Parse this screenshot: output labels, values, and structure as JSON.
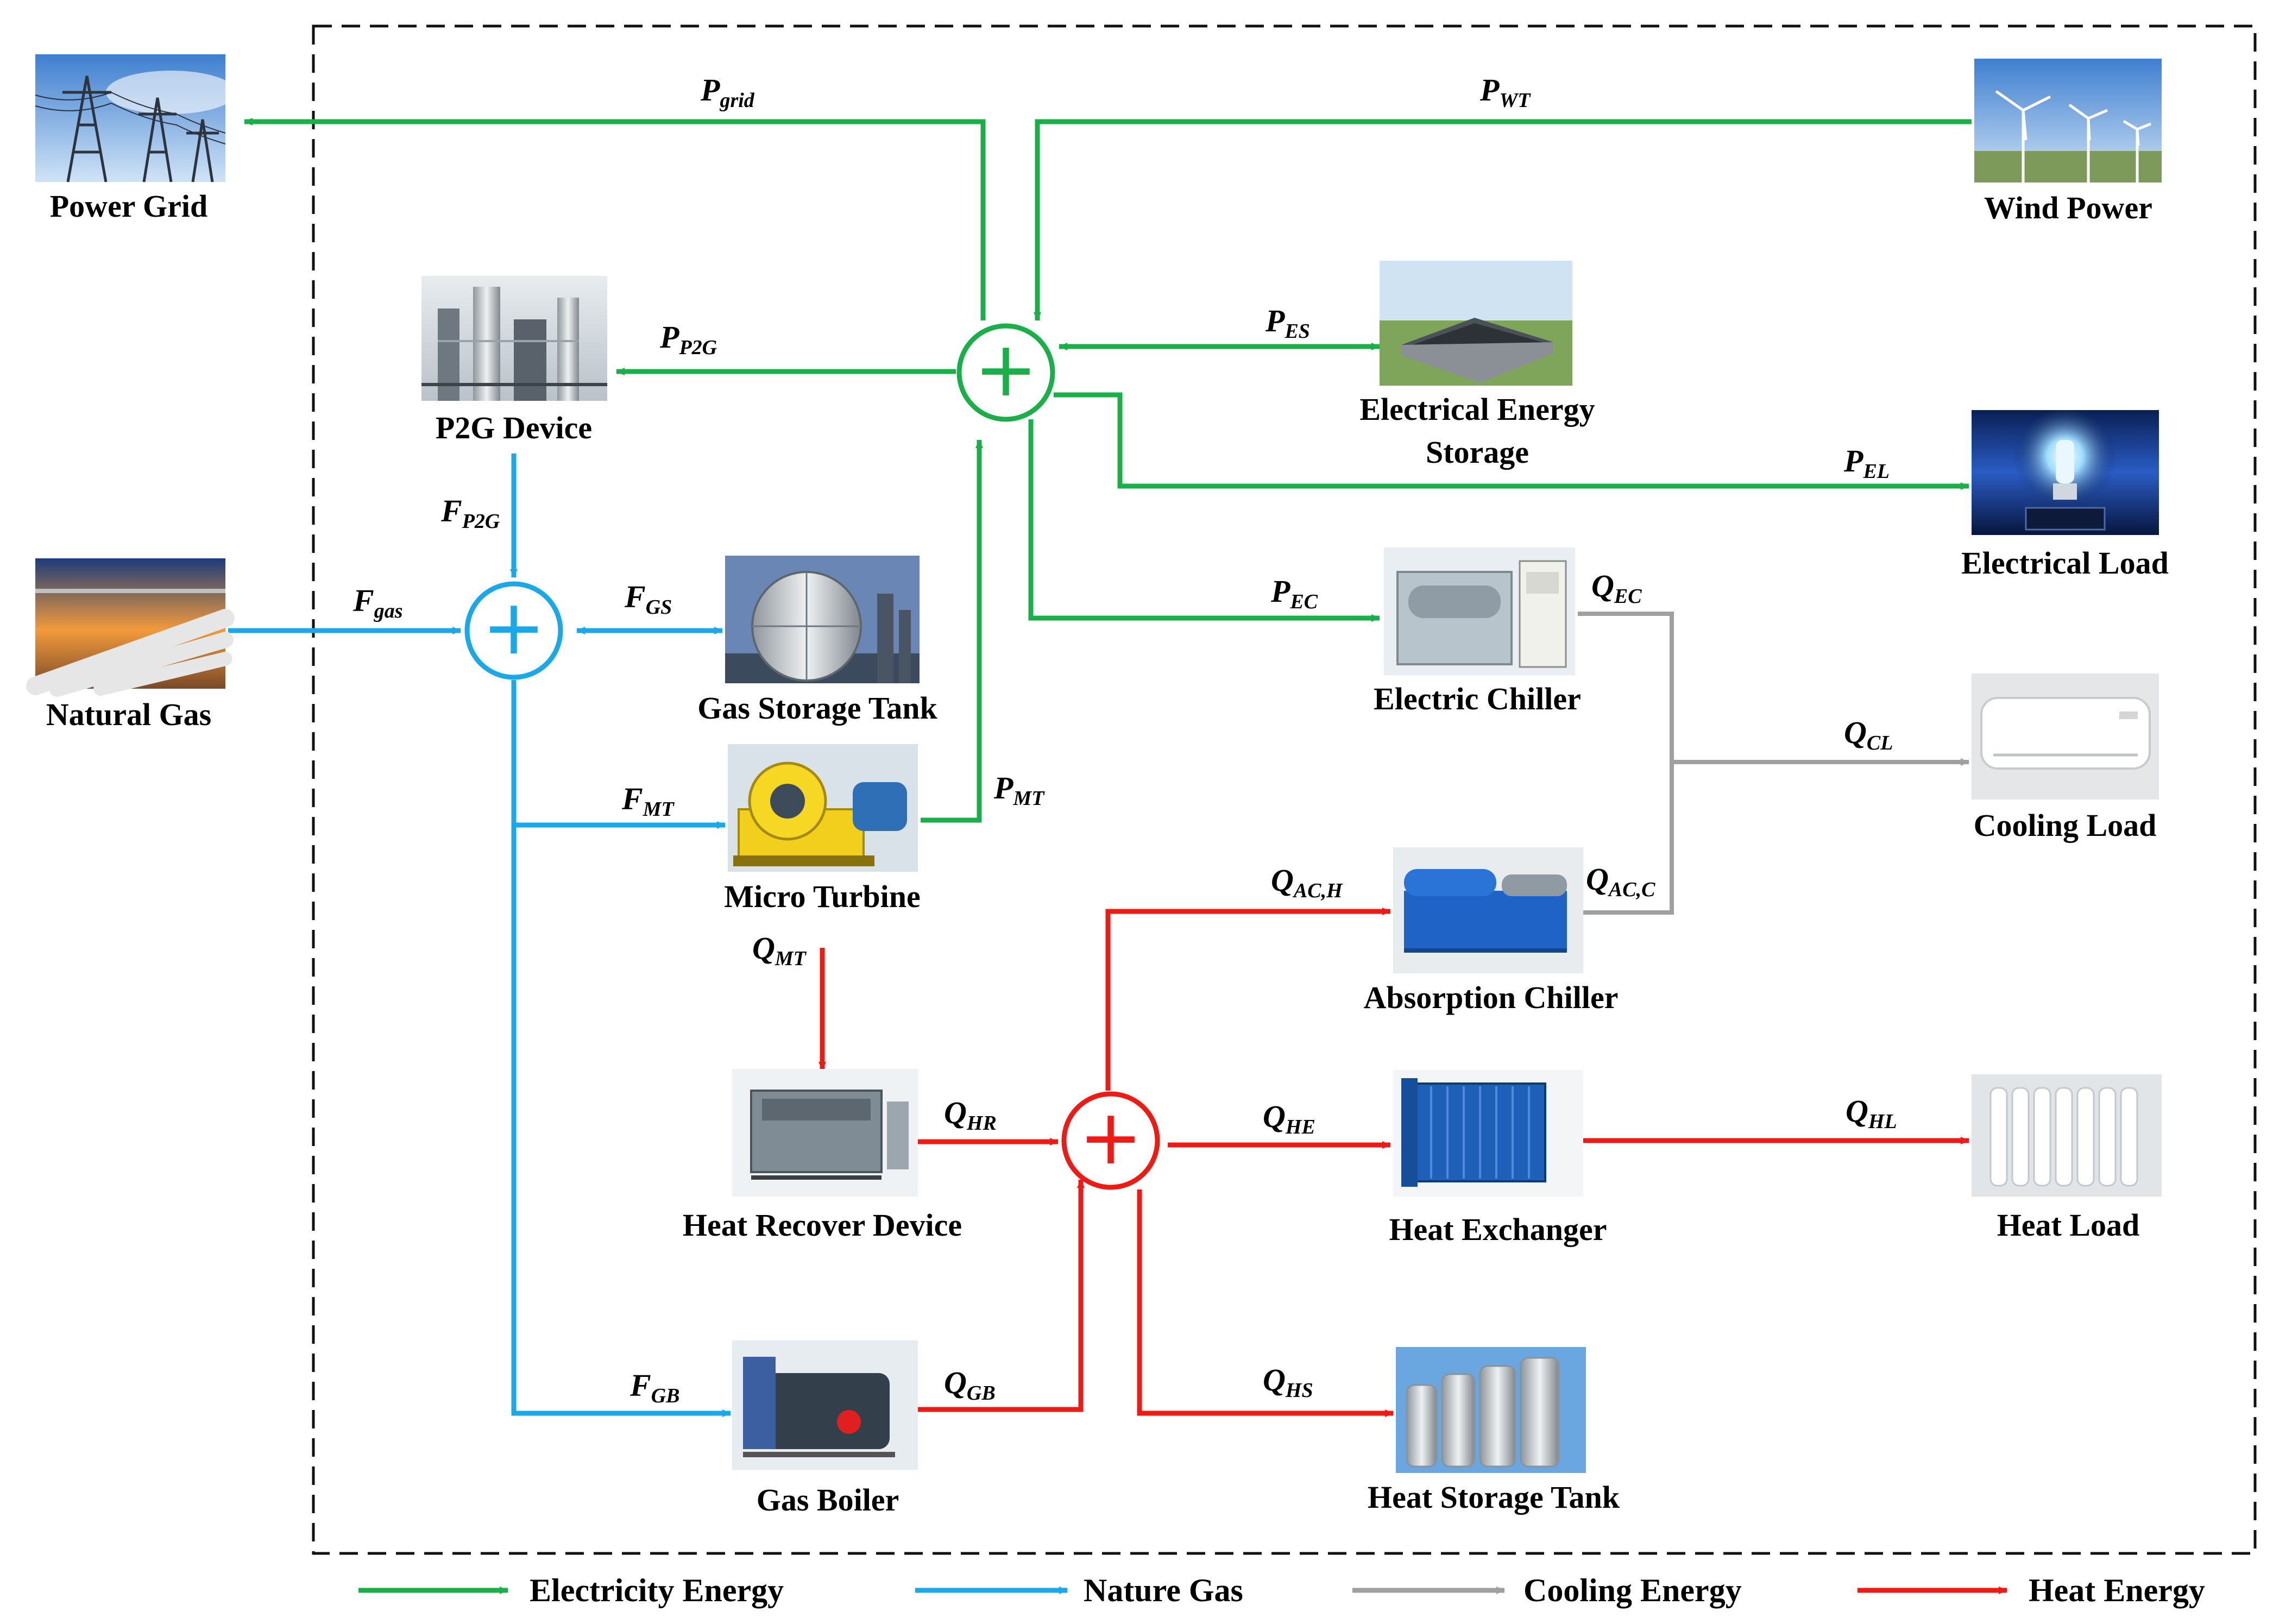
{
  "colors": {
    "electricity": "#1aaf48",
    "gas": "#1aa8e8",
    "cooling": "#a0a0a0",
    "heat": "#f01a14"
  },
  "nodes": {
    "power_grid": "Power Grid",
    "wind_power": "Wind Power",
    "p2g_device": "P2G Device",
    "electrical_energy_storage_line1": "Electrical Energy",
    "electrical_energy_storage_line2": "Storage",
    "electrical_load": "Electrical Load",
    "natural_gas": "Natural Gas",
    "gas_storage_tank": "Gas Storage Tank",
    "electric_chiller": "Electric Chiller",
    "cooling_load": "Cooling Load",
    "micro_turbine": "Micro Turbine",
    "absorption_chiller": "Absorption Chiller",
    "heat_recover_device": "Heat Recover Device",
    "heat_exchanger": "Heat Exchanger",
    "heat_load": "Heat Load",
    "gas_boiler": "Gas Boiler",
    "heat_storage_tank": "Heat Storage Tank"
  },
  "flows": {
    "p_grid": {
      "main": "P",
      "sub": "grid"
    },
    "p_wt": {
      "main": "P",
      "sub": "WT"
    },
    "p_p2g": {
      "main": "P",
      "sub": "P2G"
    },
    "p_es": {
      "main": "P",
      "sub": "ES"
    },
    "p_el": {
      "main": "P",
      "sub": "EL"
    },
    "p_ec": {
      "main": "P",
      "sub": "EC"
    },
    "p_mt": {
      "main": "P",
      "sub": "MT"
    },
    "f_p2g": {
      "main": "F",
      "sub": "P2G"
    },
    "f_gas": {
      "main": "F",
      "sub": "gas"
    },
    "f_gs": {
      "main": "F",
      "sub": "GS"
    },
    "f_mt": {
      "main": "F",
      "sub": "MT"
    },
    "f_gb": {
      "main": "F",
      "sub": "GB"
    },
    "q_ec": {
      "main": "Q",
      "sub": "EC"
    },
    "q_cl": {
      "main": "Q",
      "sub": "CL"
    },
    "q_ach": {
      "main": "Q",
      "sub": "AC,H"
    },
    "q_acc": {
      "main": "Q",
      "sub": "AC,C"
    },
    "q_mt": {
      "main": "Q",
      "sub": "MT"
    },
    "q_hr": {
      "main": "Q",
      "sub": "HR"
    },
    "q_he": {
      "main": "Q",
      "sub": "HE"
    },
    "q_hl": {
      "main": "Q",
      "sub": "HL"
    },
    "q_gb": {
      "main": "Q",
      "sub": "GB"
    },
    "q_hs": {
      "main": "Q",
      "sub": "HS"
    }
  },
  "sum_symbol": "+",
  "legend": {
    "electricity": "Electricity Energy",
    "gas": "Nature Gas",
    "cooling": "Cooling Energy",
    "heat": "Heat Energy"
  }
}
